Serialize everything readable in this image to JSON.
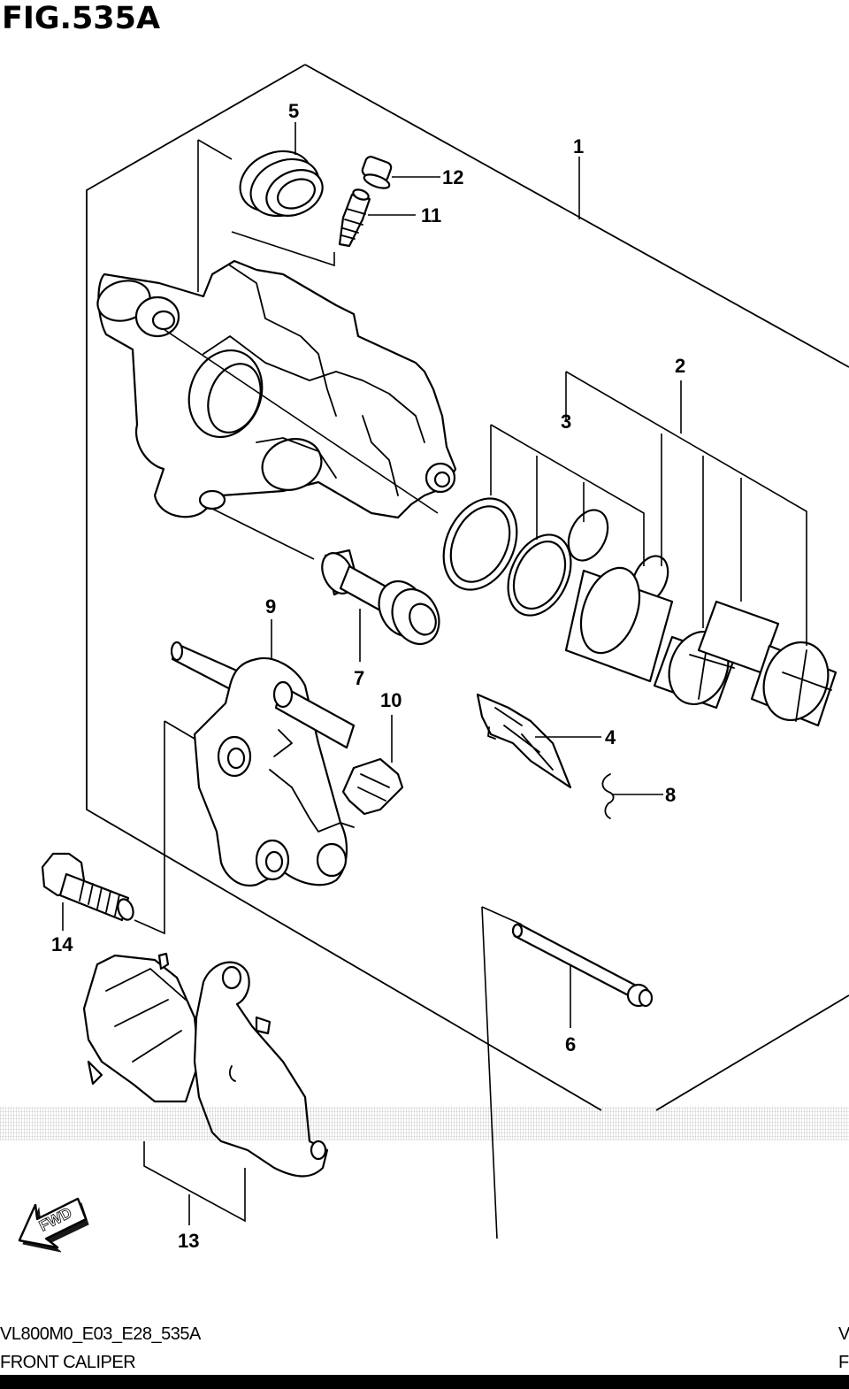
{
  "figure": {
    "title": "FIG.535A"
  },
  "callouts": [
    {
      "id": "1",
      "label": "1"
    },
    {
      "id": "2",
      "label": "2"
    },
    {
      "id": "3",
      "label": "3"
    },
    {
      "id": "4",
      "label": "4"
    },
    {
      "id": "5",
      "label": "5"
    },
    {
      "id": "6",
      "label": "6"
    },
    {
      "id": "7",
      "label": "7"
    },
    {
      "id": "8",
      "label": "8"
    },
    {
      "id": "9",
      "label": "9"
    },
    {
      "id": "10",
      "label": "10"
    },
    {
      "id": "11",
      "label": "11"
    },
    {
      "id": "12",
      "label": "12"
    },
    {
      "id": "13",
      "label": "13"
    },
    {
      "id": "14",
      "label": "14"
    }
  ],
  "fwd_arrow": {
    "label": "FWD",
    "icon": "fwd-arrow-icon"
  },
  "footer": {
    "code": "VL800M0_E03_E28_535A",
    "name": "FRONT CALIPER",
    "right_code_fragment": "V",
    "right_name_fragment": "F"
  },
  "colors": {
    "line": "#000000",
    "background": "#ffffff"
  }
}
